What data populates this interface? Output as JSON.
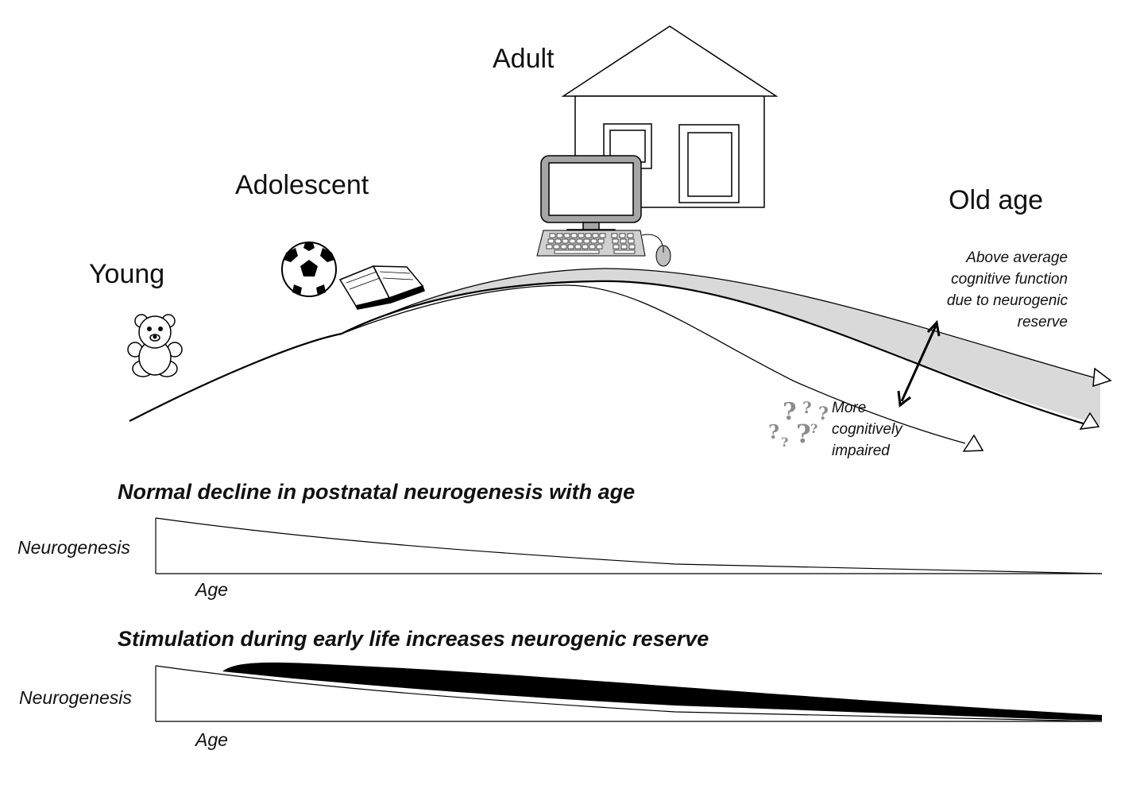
{
  "stages": {
    "young": "Young",
    "adolescent": "Adolescent",
    "adult": "Adult",
    "old_age": "Old age"
  },
  "annotations": {
    "above_average": [
      "Above average",
      "cognitive function",
      "due to  neurogenic",
      "reserve"
    ],
    "impaired": [
      "More",
      "cognitively",
      "impaired"
    ]
  },
  "panels": [
    {
      "title": "Normal decline in postnatal neurogenesis with age",
      "ylabel": "Neurogenesis",
      "xlabel": "Age"
    },
    {
      "title": "Stimulation during early life increases neurogenic reserve",
      "ylabel": "Neurogenesis",
      "xlabel": "Age"
    }
  ],
  "icons": [
    "teddy-bear-icon",
    "soccer-ball-icon",
    "open-book-icon",
    "house-icon",
    "computer-icon",
    "keyboard-icon",
    "mouse-icon",
    "question-marks-icon"
  ],
  "colors": {
    "reserve_band": "#d9d9d9",
    "stimulation_fill": "#000000",
    "question_marks": "#8c8c8c"
  }
}
